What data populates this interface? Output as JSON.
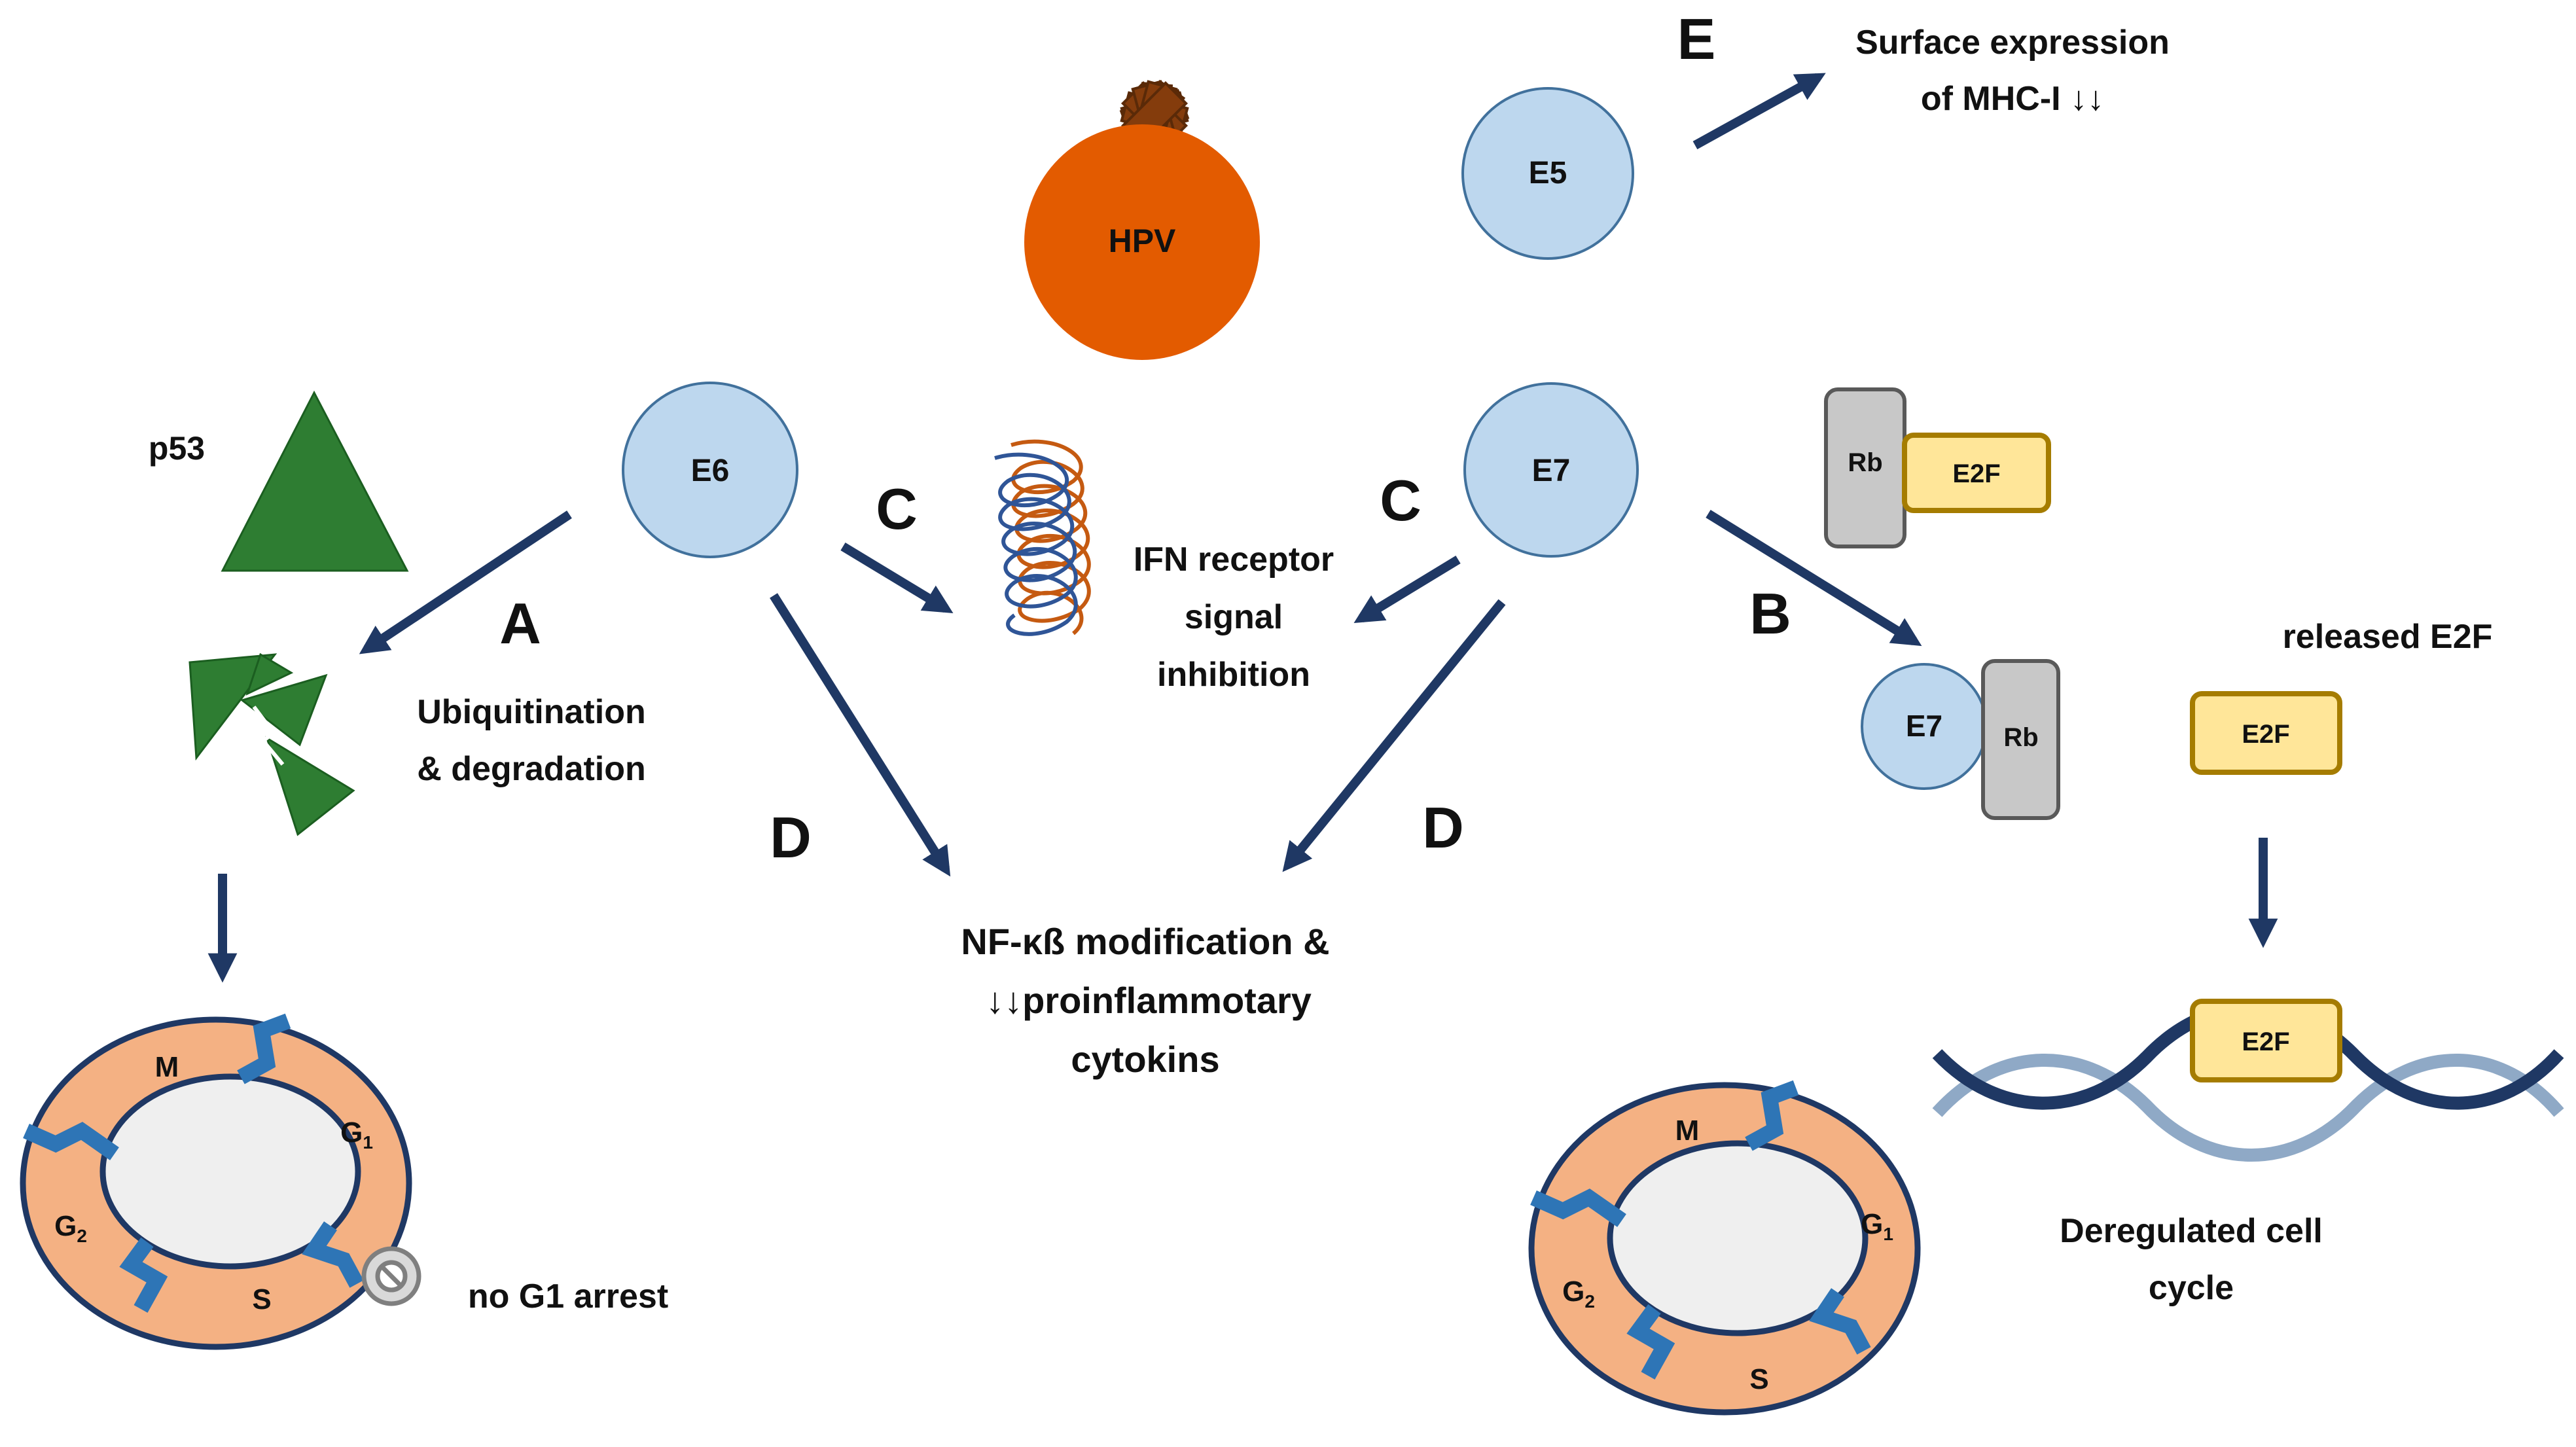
{
  "virus": {
    "label": "HPV"
  },
  "oncoproteins": {
    "e5": "E5",
    "e6": "E6",
    "e7": "E7"
  },
  "p53": {
    "label": "p53"
  },
  "pathway_letters": {
    "a": "A",
    "b": "B",
    "c": "C",
    "d": "D",
    "e": "E"
  },
  "pathway_a": {
    "line1": "Ubiquitination",
    "line2": "& degradation",
    "result": "no G1 arrest"
  },
  "pathway_b": {
    "rb": "Rb",
    "e2f": "E2F",
    "released_label": "released E2F",
    "result_line1": "Deregulated cell",
    "result_line2": "cycle"
  },
  "pathway_c": {
    "line1": "IFN receptor",
    "line2": "signal",
    "line3": "inhibition"
  },
  "pathway_d": {
    "line1": "NF-κß modification &",
    "line2": "↓↓proinflammotary",
    "line3": "cytokins"
  },
  "pathway_e": {
    "line1": "Surface expression",
    "line2": "of MHC-I ↓↓"
  },
  "cell_cycle": {
    "m": "M",
    "g1": "G",
    "g2": "G",
    "s": "S",
    "sub1": "1",
    "sub2": "2"
  },
  "colors": {
    "protein_fill": "#bdd7ee",
    "protein_stroke": "#41719c",
    "arrow": "#1f3864",
    "virus_core": "#e35b00",
    "virus_spike": "#843c0c",
    "p53_green": "#2e7d32",
    "rb_gray": "#c8c8c8",
    "e2f_fill": "#ffe699",
    "e2f_stroke": "#a57c00",
    "cycle_orange": "#f4b183",
    "cycle_blue": "#2e75b6"
  }
}
